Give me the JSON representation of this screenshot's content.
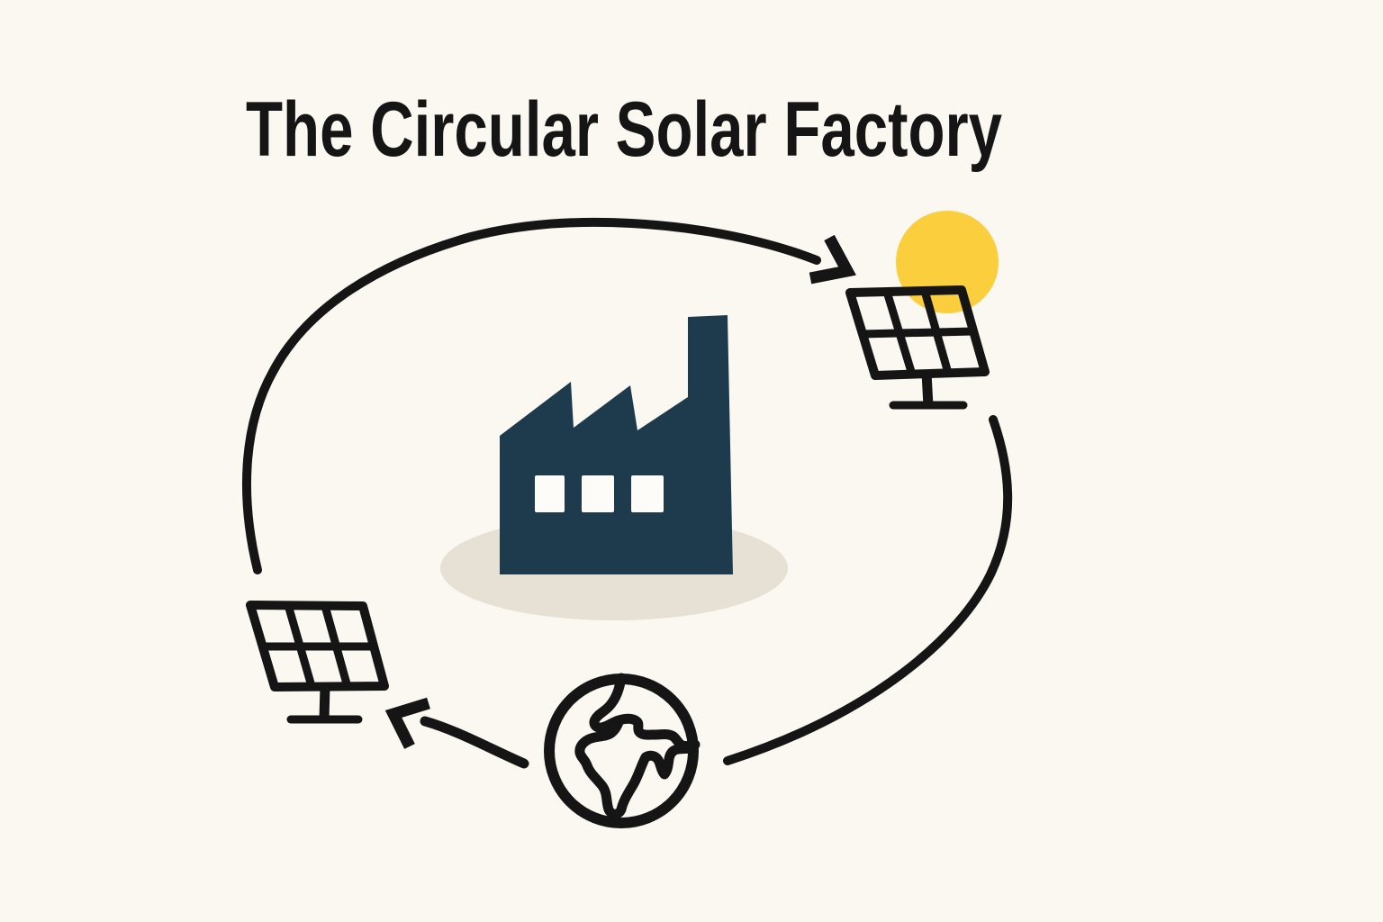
{
  "title": "The Circular Solar Factory",
  "colors": {
    "bg": "#FAF8F1",
    "ink": "#151515",
    "navy": "#1E3A4D",
    "sun": "#FBCE3D",
    "shadow": "#E6E1D4",
    "window": "#FDFCF8"
  },
  "diagram": {
    "type": "circular-cycle-infographic",
    "icons": [
      "factory-icon",
      "sun-icon",
      "solar-panel-icon-top-right",
      "solar-panel-icon-bottom-left",
      "earth-icon",
      "arrow-factory-to-panel",
      "arc-panel-to-earth",
      "arrow-earth-to-panel"
    ],
    "cycle": [
      "factory",
      "solar-panel-under-sun",
      "earth",
      "solar-panel",
      "factory"
    ]
  }
}
